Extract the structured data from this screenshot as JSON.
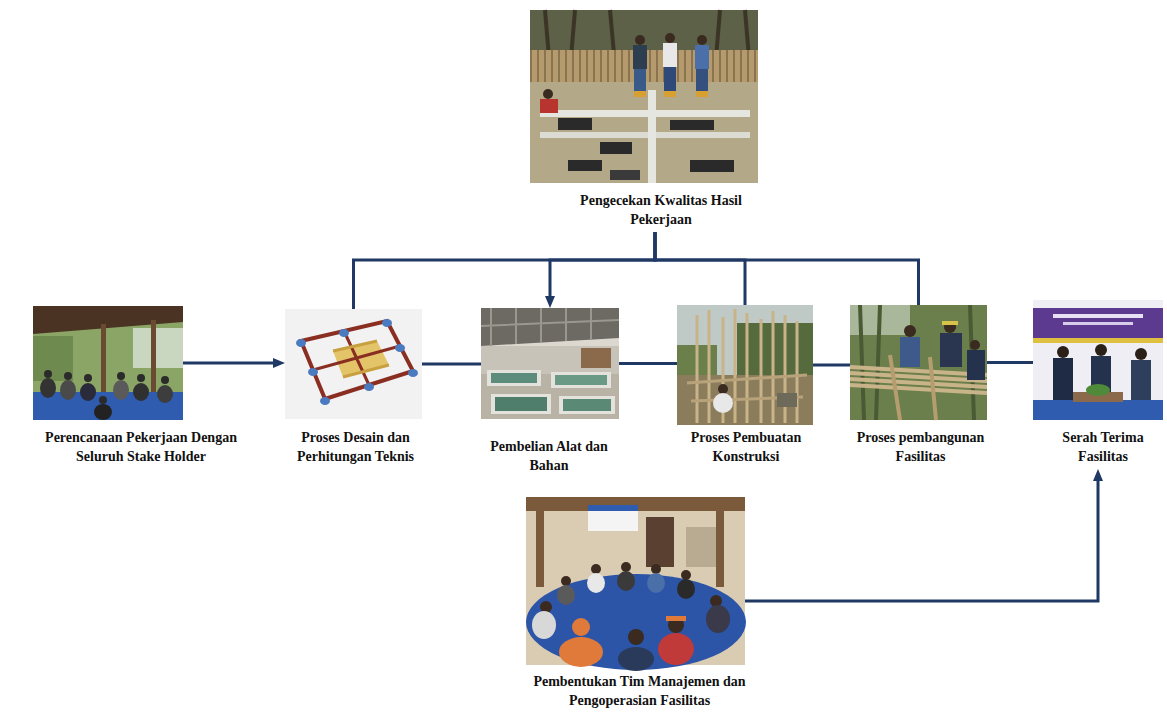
{
  "diagram": {
    "nodes": [
      {
        "text": [
          "Pengecekan Kwalitas Hasil Pekerjaan"
        ]
      },
      {
        "text": [
          "Perencanaan Pekerjaan Dengan Seluruh Stake Holder"
        ]
      },
      {
        "text": [
          "Proses Desain dan Perhitungan Teknis"
        ]
      },
      {
        "text": [
          "Pembelian Alat dan Bahan"
        ]
      },
      {
        "text": [
          "Proses Pembuatan Konstruksi"
        ]
      },
      {
        "text": [
          "Proses pembangunan Fasilitas"
        ]
      },
      {
        "text": [
          "Serah Terima Fasilitas"
        ]
      },
      {
        "text": [
          "Pembentukan Tim Manajemen dan Pengoperasian Fasilitas"
        ]
      }
    ],
    "edges": [
      {
        "from": 1,
        "to": 2,
        "arrow": "to"
      },
      {
        "from": 2,
        "to": 3,
        "arrow": "none"
      },
      {
        "from": 3,
        "to": 4,
        "arrow": "none"
      },
      {
        "from": 4,
        "to": 5,
        "arrow": "none"
      },
      {
        "from": 5,
        "to": 6,
        "arrow": "none"
      },
      {
        "from": 0,
        "to": 2,
        "arrow": "none"
      },
      {
        "from": 0,
        "to": 3,
        "arrow": "to"
      },
      {
        "from": 0,
        "to": 4,
        "arrow": "none"
      },
      {
        "from": 0,
        "to": 5,
        "arrow": "none"
      },
      {
        "from": 7,
        "to": 6,
        "arrow": "to"
      }
    ]
  }
}
